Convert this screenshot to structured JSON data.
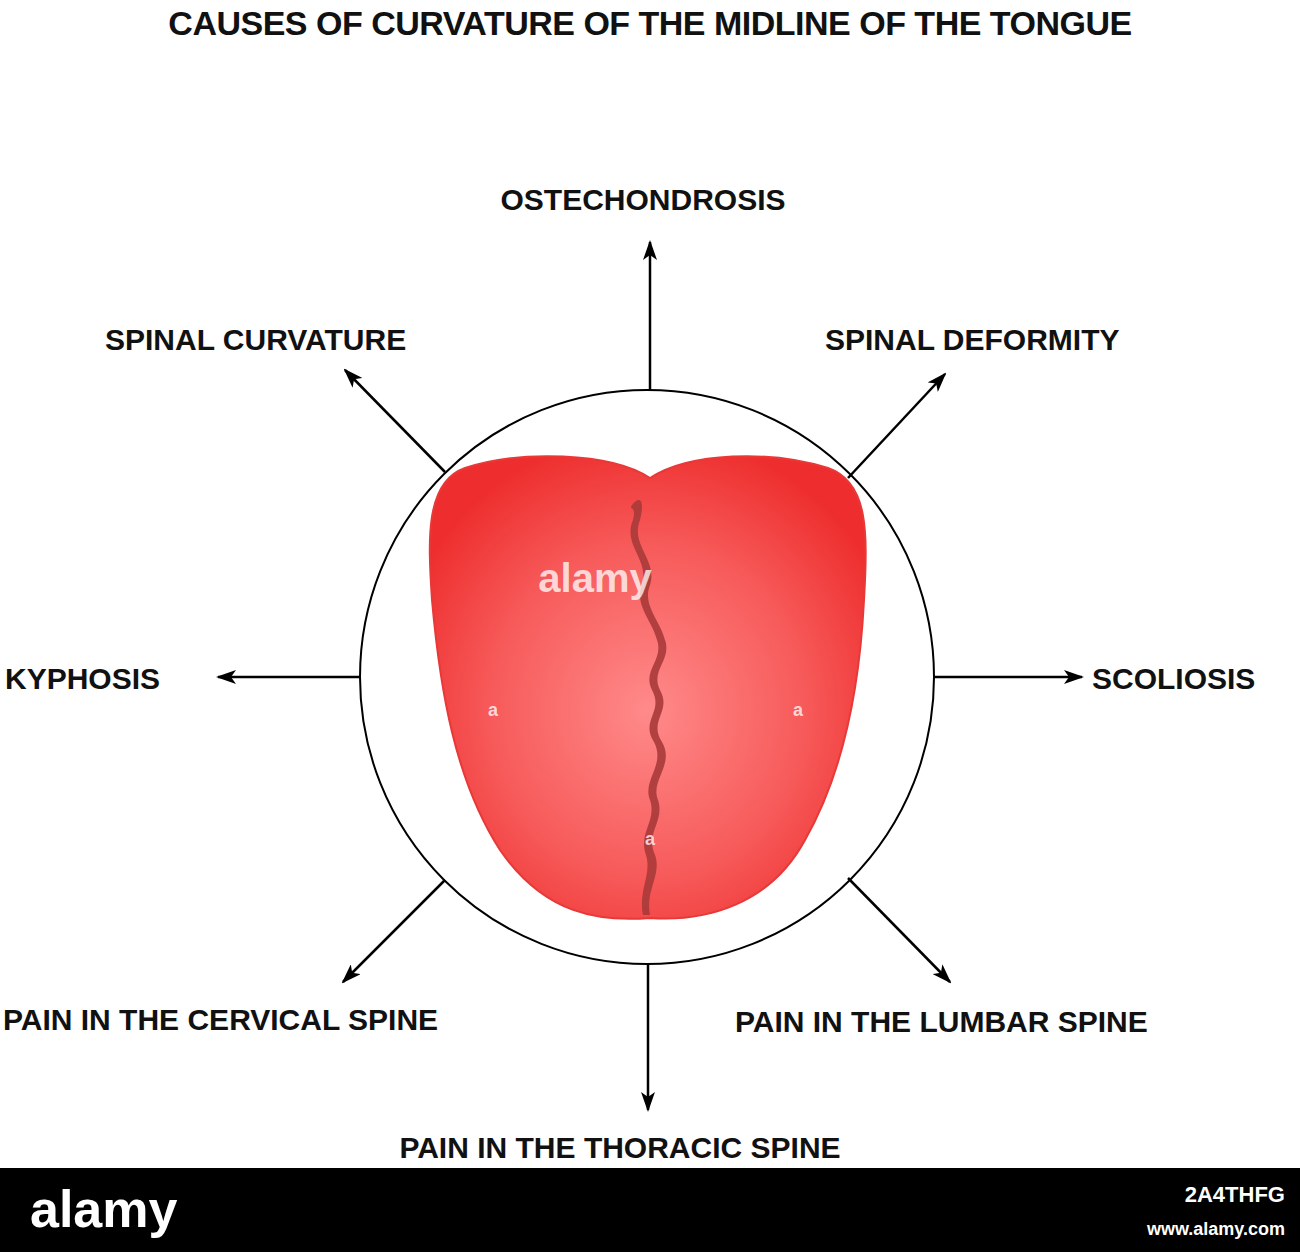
{
  "diagram": {
    "title": "CAUSES OF CURVATURE OF THE MIDLINE OF THE TONGUE",
    "labels": [
      "OSTECHONDROSIS",
      "SPINAL CURVATURE",
      "SPINAL DEFORMITY",
      "KYPHOSIS",
      "SCOLIOSIS",
      "PAIN IN THE CERVICAL SPINE",
      "PAIN IN THE LUMBAR SPINE",
      "PAIN IN THE THORACIC SPINE",
      "alamy",
      "a",
      "a",
      "a",
      "alamy",
      "2A4THFG",
      "www.alamy.com"
    ]
  }
}
